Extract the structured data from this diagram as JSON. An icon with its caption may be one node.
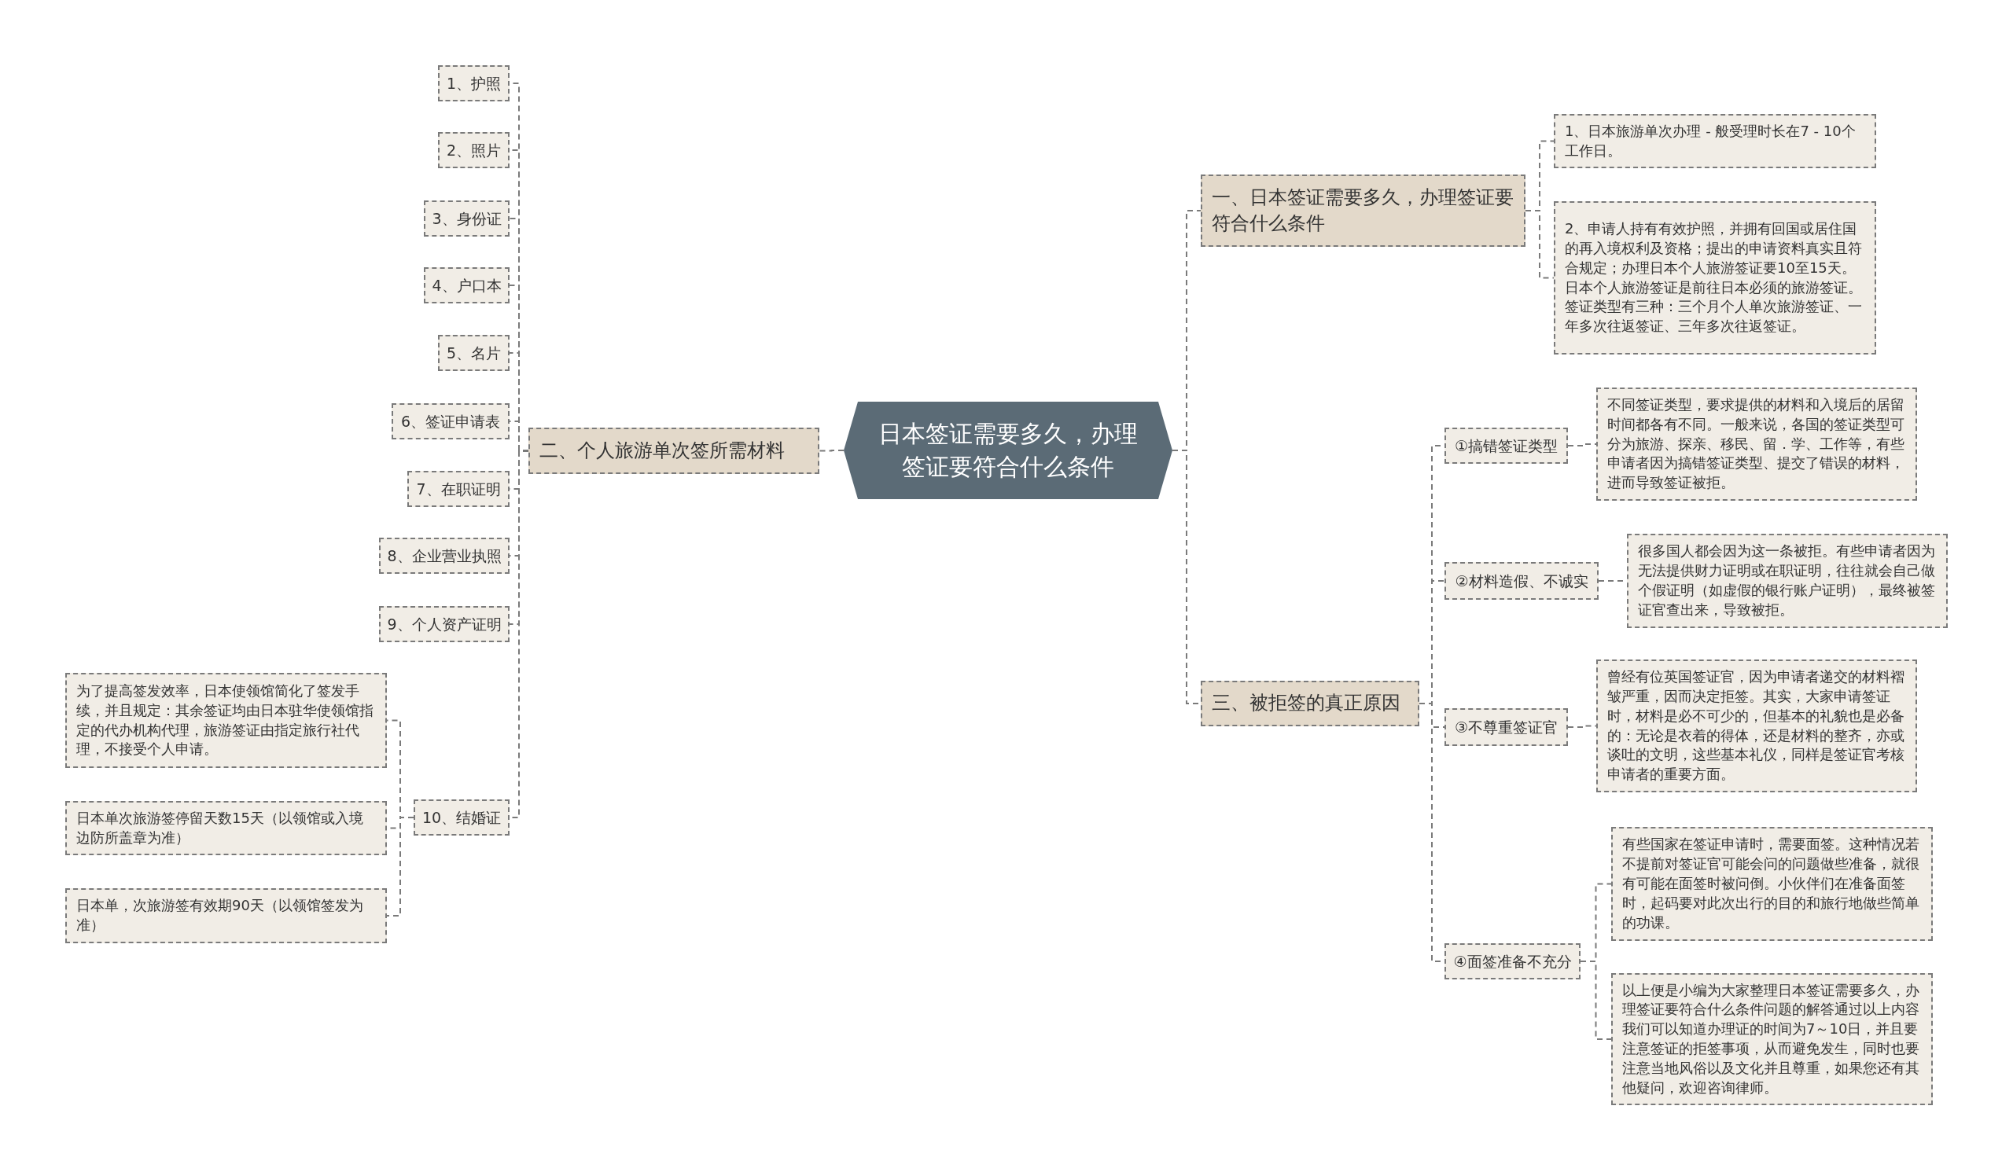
{
  "diagram": {
    "nodes": [
      {
        "text": [
          "日本签证需要多久，办理签证要符合什么条件"
        ]
      },
      {
        "text": [
          "一、日本签证需要多久，办理签证要符合什么条件"
        ]
      },
      {
        "text": [
          "1、日本旅游单次办理 - 般受理时长在7 - 10个工作日。"
        ]
      },
      {
        "text": [
          "2、申请人持有有效护照，并拥有回国或居住国的再入境权利及资格；提出的申请资料真实且符合规定；办理日本个人旅游签证要10至15天。日本个人旅游签证是前往日本必须的旅游签证。签证类型有三种：三个月个人单次旅游签证、一年多次往返签证、三年多次往返签证。"
        ]
      },
      {
        "text": [
          "二、个人旅游单次签所需材料"
        ]
      },
      {
        "text": [
          "1、护照"
        ]
      },
      {
        "text": [
          "2、照片"
        ]
      },
      {
        "text": [
          "3、身份证"
        ]
      },
      {
        "text": [
          "4、户口本"
        ]
      },
      {
        "text": [
          "5、名片"
        ]
      },
      {
        "text": [
          "6、签证申请表"
        ]
      },
      {
        "text": [
          "7、在职证明"
        ]
      },
      {
        "text": [
          "8、企业营业执照"
        ]
      },
      {
        "text": [
          "9、个人资产证明"
        ]
      },
      {
        "text": [
          "10、结婚证"
        ]
      },
      {
        "text": [
          "为了提高签发效率，日本使领馆简化了签发手续，并且规定：其余签证均由日本驻华使领馆指定的代办机构代理，旅游签证由指定旅行社代理，不接受个人申请。"
        ]
      },
      {
        "text": [
          "日本单次旅游签停留天数15天（以领馆或入境边防所盖章为准）"
        ]
      },
      {
        "text": [
          "日本单，次旅游签有效期90天（以领馆签发为准）"
        ]
      },
      {
        "text": [
          "三、被拒签的真正原因"
        ]
      },
      {
        "text": [
          "①搞错签证类型"
        ]
      },
      {
        "text": [
          "不同签证类型，要求提供的材料和入境后的居留时间都各有不同。一般来说，各国的签证类型可分为旅游、探亲、移民、留．学、工作等，有些申请者因为搞错签证类型、提交了错误的材料，进而导致签证被拒。"
        ]
      },
      {
        "text": [
          "②材料造假、不诚实"
        ]
      },
      {
        "text": [
          "很多国人都会因为这一条被拒。有些申请者因为无法提供财力证明或在职证明，往往就会自己做个假证明（如虚假的银行账户证明），最终被签证官查出来，导致被拒。"
        ]
      },
      {
        "text": [
          "③不尊重签证官"
        ]
      },
      {
        "text": [
          "曾经有位英国签证官，因为申请者递交的材料褶皱严重，因而决定拒签。其实，大家申请签证时，材料是必不可少的，但基本的礼貌也是必备的：无论是衣着的得体，还是材料的整齐，亦或谈吐的文明，这些基本礼仪，同样是签证官考核申请者的重要方面。"
        ]
      },
      {
        "text": [
          "④面签准备不充分"
        ]
      },
      {
        "text": [
          "有些国家在签证申请时，需要面签。这种情况若不提前对签证官可能会问的问题做些准备，就很有可能在面签时被问倒。小伙伴们在准备面签时，起码要对此次出行的目的和旅行地做些简单的功课。"
        ]
      },
      {
        "text": [
          "以上便是小编为大家整理日本签证需要多久，办理签证要符合什么条件问题的解答通过以上内容我们可以知道办理证的时间为7～10日，并且要注意签证的拒签事项，从而避免发生，同时也要注意当地风俗以及文化并且尊重，如果您还有其他疑问，欢迎咨询律师。"
        ]
      }
    ],
    "edges": [
      {
        "from": 0,
        "to": 1,
        "arrow": "none"
      },
      {
        "from": 1,
        "to": 2,
        "arrow": "none"
      },
      {
        "from": 1,
        "to": 3,
        "arrow": "none"
      },
      {
        "from": 0,
        "to": 4,
        "arrow": "none"
      },
      {
        "from": 4,
        "to": 5,
        "arrow": "none"
      },
      {
        "from": 4,
        "to": 6,
        "arrow": "none"
      },
      {
        "from": 4,
        "to": 7,
        "arrow": "none"
      },
      {
        "from": 4,
        "to": 8,
        "arrow": "none"
      },
      {
        "from": 4,
        "to": 9,
        "arrow": "none"
      },
      {
        "from": 4,
        "to": 10,
        "arrow": "none"
      },
      {
        "from": 4,
        "to": 11,
        "arrow": "none"
      },
      {
        "from": 4,
        "to": 12,
        "arrow": "none"
      },
      {
        "from": 4,
        "to": 13,
        "arrow": "none"
      },
      {
        "from": 4,
        "to": 14,
        "arrow": "none"
      },
      {
        "from": 14,
        "to": 15,
        "arrow": "none"
      },
      {
        "from": 14,
        "to": 16,
        "arrow": "none"
      },
      {
        "from": 14,
        "to": 17,
        "arrow": "none"
      },
      {
        "from": 0,
        "to": 18,
        "arrow": "none"
      },
      {
        "from": 18,
        "to": 19,
        "arrow": "none"
      },
      {
        "from": 19,
        "to": 20,
        "arrow": "none"
      },
      {
        "from": 18,
        "to": 21,
        "arrow": "none"
      },
      {
        "from": 21,
        "to": 22,
        "arrow": "none"
      },
      {
        "from": 18,
        "to": 23,
        "arrow": "none"
      },
      {
        "from": 23,
        "to": 24,
        "arrow": "none"
      },
      {
        "from": 18,
        "to": 25,
        "arrow": "none"
      },
      {
        "from": 25,
        "to": 26,
        "arrow": "none"
      },
      {
        "from": 25,
        "to": 27,
        "arrow": "none"
      }
    ]
  }
}
